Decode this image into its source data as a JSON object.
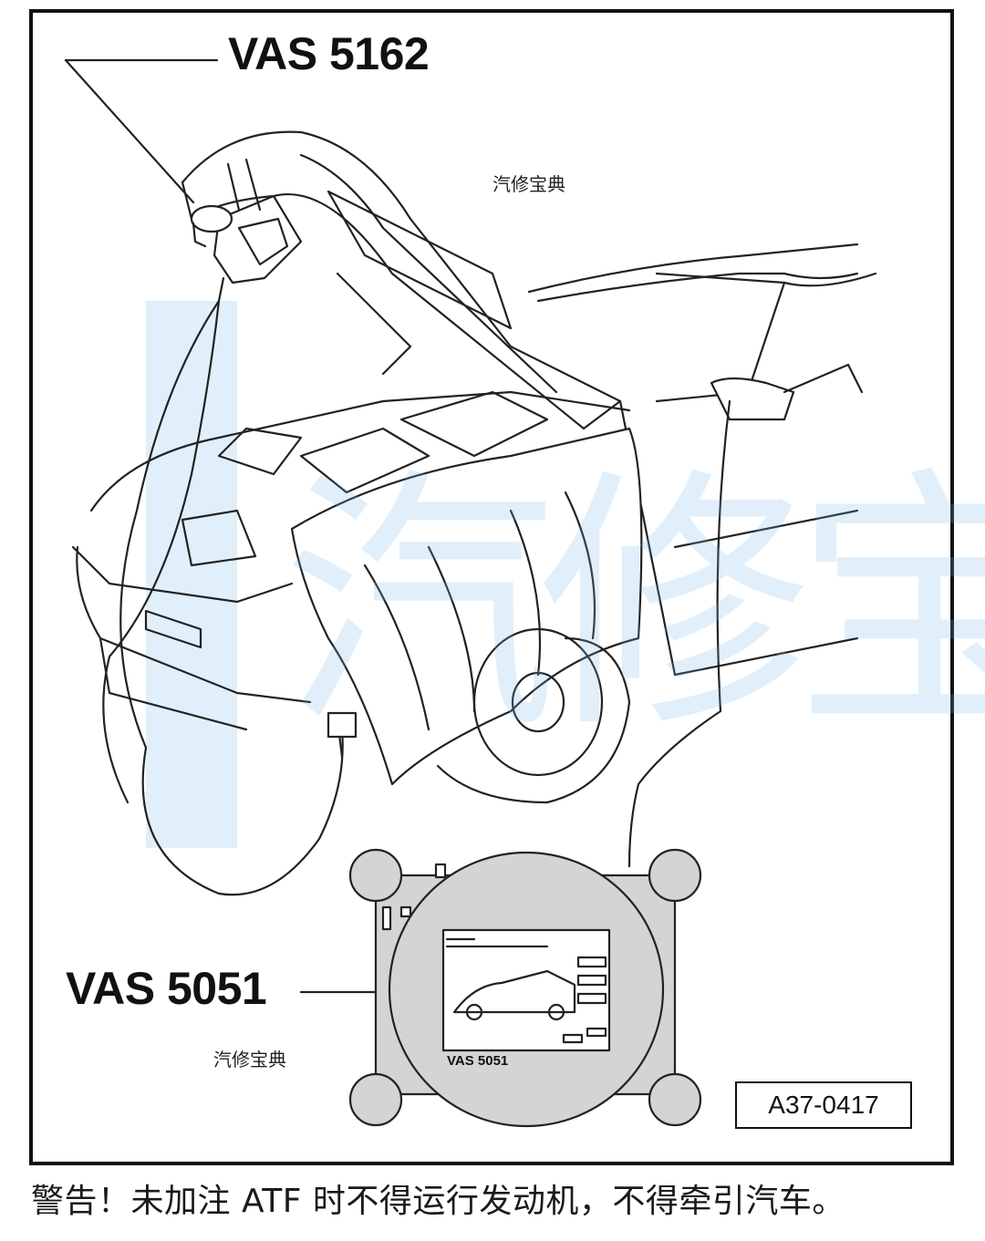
{
  "labels": {
    "refill_unit": "VAS 5162",
    "diagnostic_tester": "VAS 5051",
    "tester_screen": "VAS 5051"
  },
  "watermarks": {
    "top": "汽修宝典",
    "bottom": "汽修宝典"
  },
  "figure_code": "A37-0417",
  "caption": "警告！未加注 ATF 时不得运行发动机，不得牵引汽车。"
}
